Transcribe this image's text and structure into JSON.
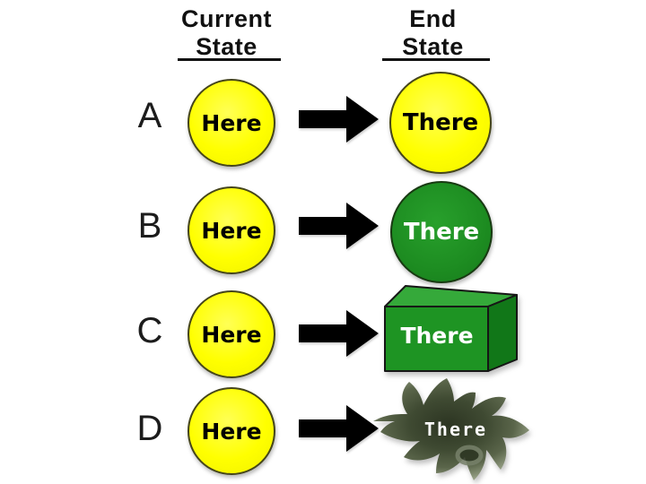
{
  "canvas": {
    "background": "#ffffff"
  },
  "columns": [
    {
      "id": "current",
      "line1": "Current",
      "line2": "State"
    },
    {
      "id": "end",
      "line1": "End",
      "line2": "State"
    }
  ],
  "rows": [
    {
      "label": "A",
      "current": {
        "shape": "circle",
        "fill": "#ffff00",
        "text": "Here",
        "text_color": "#000000"
      },
      "end": {
        "shape": "circle",
        "fill": "#ffff00",
        "text": "There",
        "text_color": "#000000"
      }
    },
    {
      "label": "B",
      "current": {
        "shape": "circle",
        "fill": "#ffff00",
        "text": "Here",
        "text_color": "#000000"
      },
      "end": {
        "shape": "circle",
        "fill": "#1d8c21",
        "text": "There",
        "text_color": "#ffffff"
      }
    },
    {
      "label": "C",
      "current": {
        "shape": "circle",
        "fill": "#ffff00",
        "text": "Here",
        "text_color": "#000000"
      },
      "end": {
        "shape": "cube",
        "fill_front": "#1e9423",
        "fill_top": "#35a93a",
        "fill_side": "#117718",
        "text": "There",
        "text_color": "#ffffff"
      }
    },
    {
      "label": "D",
      "current": {
        "shape": "circle",
        "fill": "#ffff00",
        "text": "Here",
        "text_color": "#000000"
      },
      "end": {
        "shape": "blob",
        "fill": "#3f4a32",
        "fill_edge": "#b9c0a8",
        "text": "There",
        "text_color": "#ffffff"
      }
    }
  ],
  "arrow": {
    "color": "#000000"
  }
}
